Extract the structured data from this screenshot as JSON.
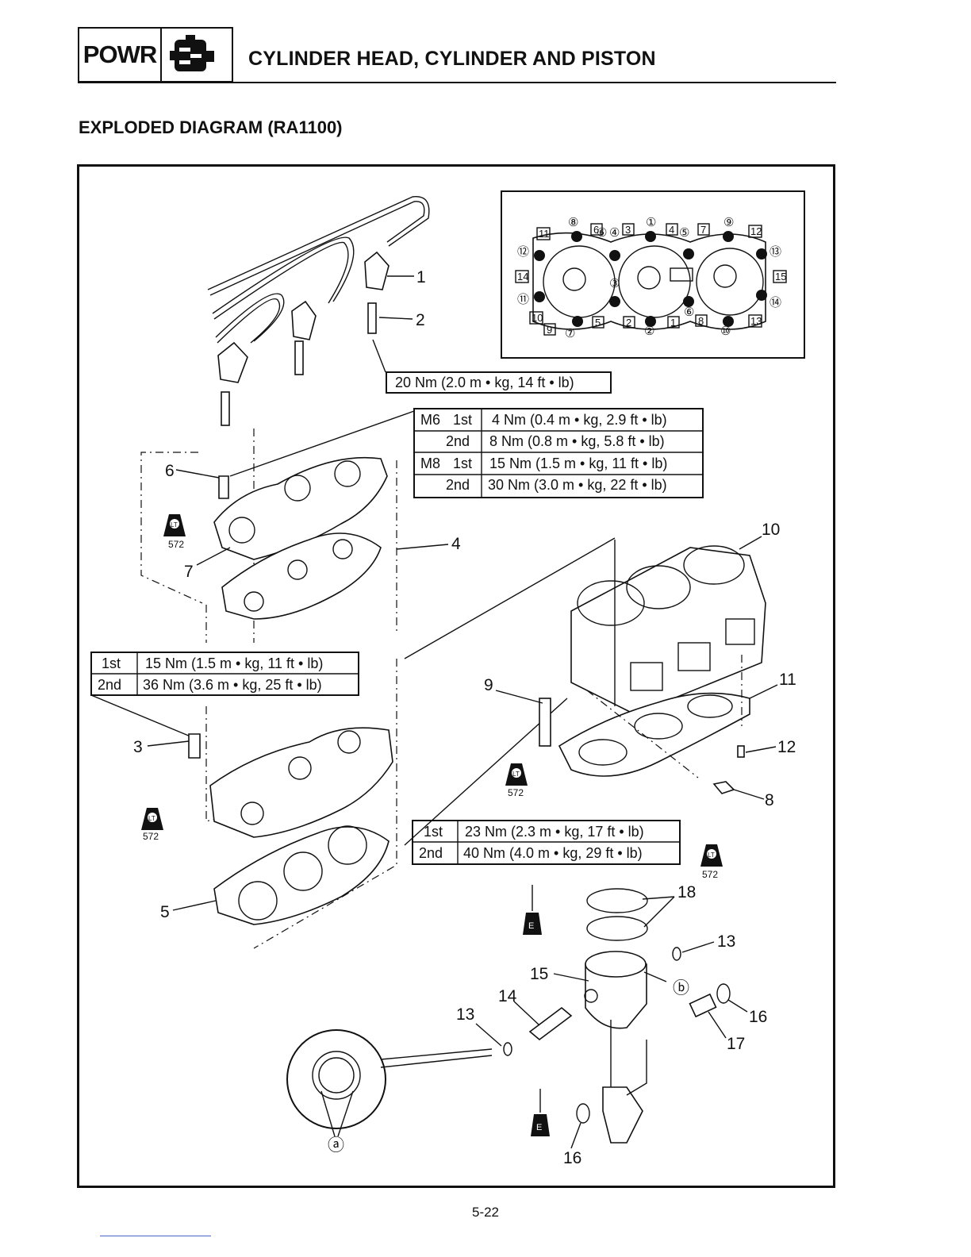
{
  "header": {
    "section_code": "POWR",
    "section_icon": "engine-icon",
    "title": "CYLINDER HEAD, CYLINDER AND PISTON"
  },
  "subtitle": "EXPLODED DIAGRAM (RA1100)",
  "torque_specs": {
    "spark_plug": "20 Nm (2.0 m • kg, 14 ft • lb)",
    "head_cover_bolts": [
      {
        "size": "M6",
        "step": "1st",
        "value": "4 Nm (0.4 m • kg, 2.9 ft • lb)"
      },
      {
        "size": "",
        "step": "2nd",
        "value": "8 Nm (0.8 m • kg,  5.8 ft • lb)"
      },
      {
        "size": "M8",
        "step": "1st",
        "value": "15 Nm (1.5 m • kg, 11 ft • lb)"
      },
      {
        "size": "",
        "step": "2nd",
        "value": "30 Nm (3.0 m • kg,  22 ft • lb)"
      }
    ],
    "head_bolts": [
      {
        "step": "1st",
        "value": "15 Nm (1.5 m • kg, 11 ft • lb)"
      },
      {
        "step": "2nd",
        "value": "36 Nm (3.6 m • kg,  25 ft • lb)"
      }
    ],
    "cylinder_bolts": [
      {
        "step": "1st",
        "value": "23 Nm (2.3 m • kg, 17 ft • lb)"
      },
      {
        "step": "2nd",
        "value": "40 Nm (4.0 m • kg,  29 ft • lb)"
      }
    ]
  },
  "callouts": [
    "1",
    "2",
    "3",
    "4",
    "5",
    "6",
    "7",
    "8",
    "9",
    "10",
    "11",
    "12",
    "13",
    "13",
    "14",
    "15",
    "16",
    "16",
    "17",
    "18"
  ],
  "callout_letters": [
    "ⓐ",
    "ⓑ"
  ],
  "sealant": {
    "symbol": "LT",
    "code": "572"
  },
  "oil_symbol": "E",
  "tightening_sequence": {
    "circled": [
      "①",
      "②",
      "③",
      "④",
      "⑤",
      "⑥",
      "⑦",
      "⑧",
      "⑨",
      "⑩",
      "⑪",
      "⑫",
      "⑬",
      "⑭"
    ],
    "boxed": [
      "1",
      "2",
      "3",
      "4",
      "5",
      "6",
      "7",
      "8",
      "9",
      "10",
      "11",
      "12",
      "13",
      "14",
      "15"
    ]
  },
  "page_number": "5-22"
}
